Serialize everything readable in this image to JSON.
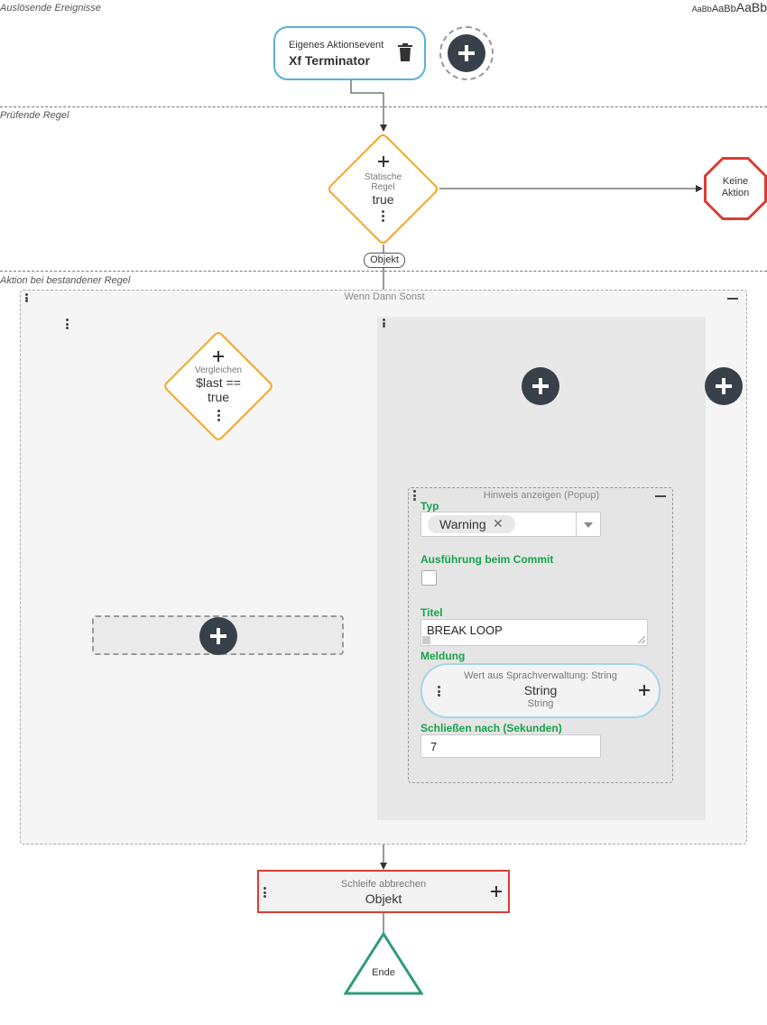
{
  "sections": {
    "trigger_label": "Auslösende Ereignisse",
    "check_label": "Prüfende Regel",
    "action_label": "Aktion bei bestandener Regel"
  },
  "font_sizes_indicator": {
    "small": "AaBb",
    "medium": "AaBb",
    "large": "AaBb"
  },
  "trigger": {
    "subtitle": "Eigenes Aktionsevent",
    "title": "Xf Terminator",
    "delete_icon": "trash-icon",
    "add_icon": "plus-icon"
  },
  "static_rule": {
    "label_line1": "Statische",
    "label_line2": "Regel",
    "value": "true"
  },
  "no_action": {
    "line1": "Keine",
    "line2": "Aktion"
  },
  "object_badge": "Objekt",
  "if_then_else": {
    "title": "Wenn Dann Sonst"
  },
  "compare": {
    "label": "Vergleichen",
    "expr_line1": "$last ==",
    "expr_line2": "true"
  },
  "popup": {
    "title": "Hinweis anzeigen (Popup)",
    "type_label": "Typ",
    "type_value": "Warning",
    "commit_label": "Ausführung beim Commit",
    "commit_checked": false,
    "titel_label": "Titel",
    "titel_value": "BREAK LOOP",
    "meldung_label": "Meldung",
    "meldung_caption": "Wert aus Sprachverwaltung: String",
    "meldung_value": "String",
    "meldung_type": "String",
    "close_label": "Schließen nach (Sekunden)",
    "close_value": "7"
  },
  "break_loop": {
    "caption": "Schleife abbrechen",
    "value": "Objekt"
  },
  "end": {
    "label": "Ende"
  },
  "colors": {
    "accent_blue": "#5bb0d9",
    "diamond_orange": "#f5a623",
    "stop_red": "#dc3c34",
    "end_green": "#2f9a7e",
    "label_green": "#16a34a",
    "dark_button": "#38404a"
  }
}
